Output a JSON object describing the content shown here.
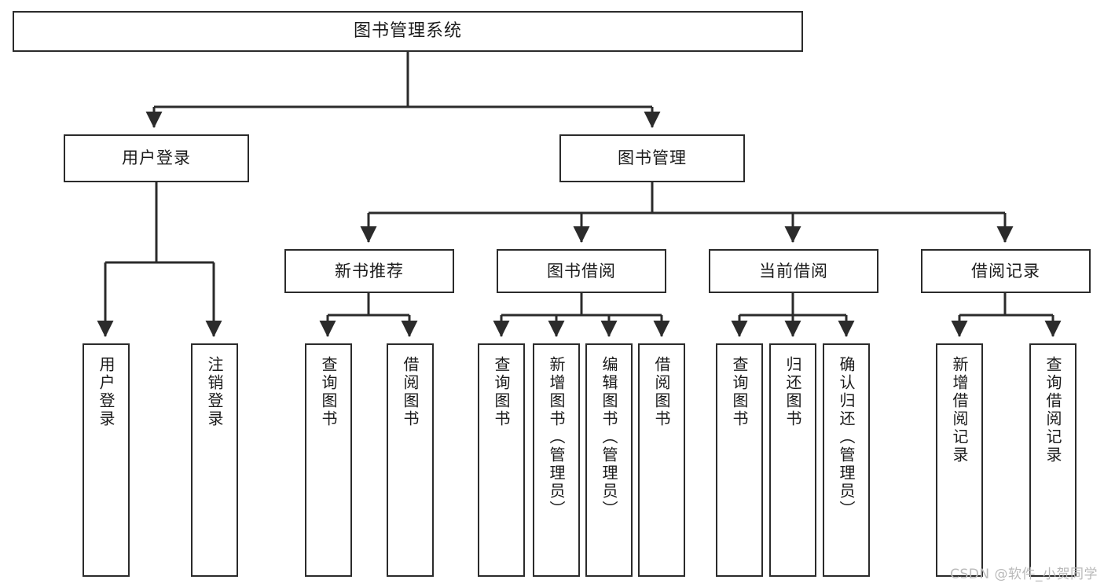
{
  "diagram": {
    "title": "图书管理系统",
    "type": "tree-hierarchy-chart",
    "watermark": "CSDN @软件_小贺同学",
    "colors": {
      "background": "#ffffff",
      "box_border": "#2b2b2b",
      "box_fill": "#ffffff",
      "connector": "#2b2b2b",
      "text": "#1b1b1b",
      "watermark": "#b9b9b9"
    },
    "root": {
      "id": "root",
      "label": "图书管理系统"
    },
    "level2": [
      {
        "id": "user-login",
        "label": "用户登录"
      },
      {
        "id": "book-manage",
        "label": "图书管理"
      }
    ],
    "level3": [
      {
        "id": "new-book-recommend",
        "label": "新书推荐",
        "parent": "book-manage"
      },
      {
        "id": "book-borrow",
        "label": "图书借阅",
        "parent": "book-manage"
      },
      {
        "id": "current-borrow",
        "label": "当前借阅",
        "parent": "book-manage"
      },
      {
        "id": "borrow-record",
        "label": "借阅记录",
        "parent": "book-manage"
      }
    ],
    "leaves": {
      "user_login": [
        {
          "id": "leaf-user-login",
          "label": "用户登录"
        },
        {
          "id": "leaf-logout-login",
          "label": "注销登录"
        }
      ],
      "new_book_recommend": [
        {
          "id": "leaf-query-book-1",
          "label": "查询图书"
        },
        {
          "id": "leaf-borrow-book-1",
          "label": "借阅图书"
        }
      ],
      "book_borrow": [
        {
          "id": "leaf-query-book-2",
          "label": "查询图书"
        },
        {
          "id": "leaf-add-book-admin",
          "label": "新增图书（管理员）"
        },
        {
          "id": "leaf-edit-book-admin",
          "label": "编辑图书（管理员）"
        },
        {
          "id": "leaf-borrow-book-2",
          "label": "借阅图书"
        }
      ],
      "current_borrow": [
        {
          "id": "leaf-query-book-3",
          "label": "查询图书"
        },
        {
          "id": "leaf-return-book",
          "label": "归还图书"
        },
        {
          "id": "leaf-confirm-return-admin",
          "label": "确认归还（管理员）"
        }
      ],
      "borrow_record": [
        {
          "id": "leaf-add-borrow-record",
          "label": "新增借阅记录"
        },
        {
          "id": "leaf-query-borrow-record",
          "label": "查询借阅记录"
        }
      ]
    }
  }
}
